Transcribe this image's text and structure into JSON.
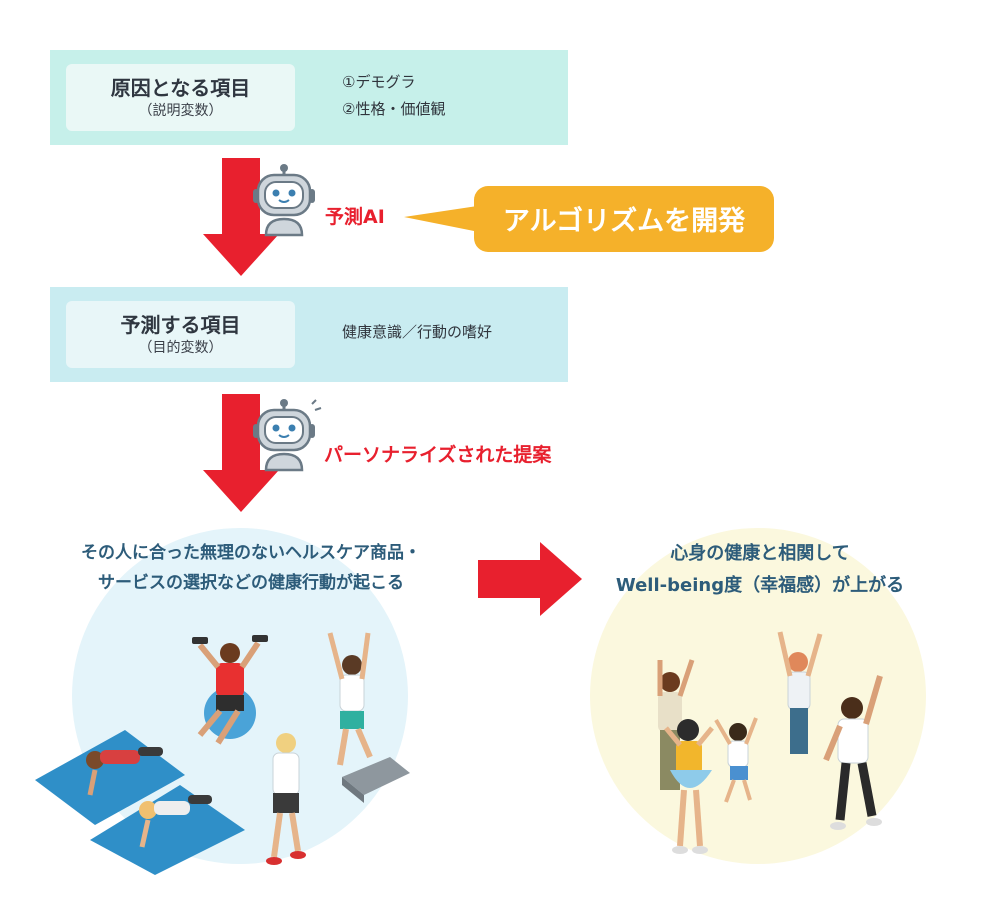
{
  "box1": {
    "title": "原因となる項目",
    "subtitle": "（説明変数）",
    "items": [
      "①デモグラ",
      "②性格・価値観"
    ]
  },
  "ai_label": "予測AI",
  "callout": "アルゴリズムを開発",
  "box2": {
    "title": "予測する項目",
    "subtitle": "（目的変数）",
    "items": [
      "健康意識／行動の嗜好"
    ]
  },
  "proposal_label": "パーソナライズされた提案",
  "left_caption": {
    "line1": "その人に合った無理のないヘルスケア商品・",
    "line2": "サービスの選択などの健康行動が起こる"
  },
  "right_caption": {
    "line1": "心身の健康と相関して",
    "line2": "Well-being度（幸福感）が上がる"
  },
  "colors": {
    "arrow_red": "#e8202e",
    "box_teal": "#c6f0ea",
    "callout_orange": "#f5b12a",
    "caption_blue": "#2d5c7a"
  },
  "icons": [
    "robot-icon",
    "robot-icon",
    "exercise-illustration",
    "celebration-illustration"
  ]
}
